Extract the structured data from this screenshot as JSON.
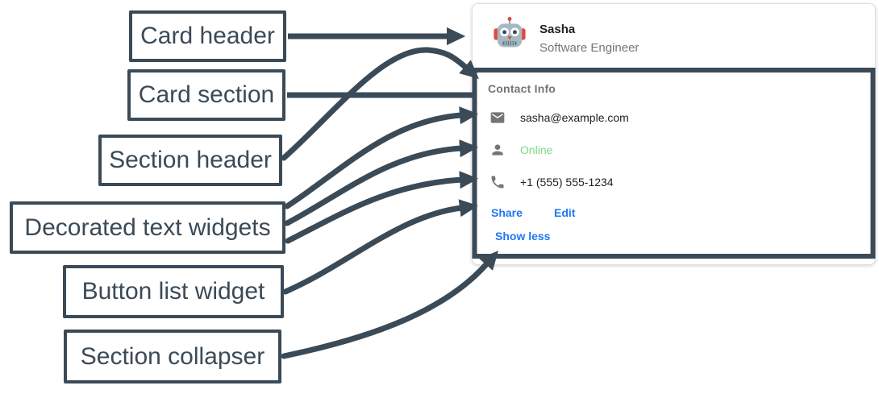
{
  "colors": {
    "accent": "#3B4A57",
    "link_blue": "#2176F2",
    "online_green": "#7CD886",
    "muted_grey": "#757575",
    "text_dark": "#202124"
  },
  "labels": [
    {
      "text": "Card header"
    },
    {
      "text": "Card section"
    },
    {
      "text": "Section header"
    },
    {
      "text": "Decorated text widgets"
    },
    {
      "text": "Button list widget"
    },
    {
      "text": "Section collapser"
    }
  ],
  "card": {
    "header": {
      "name": "Sasha",
      "subtitle": "Software Engineer",
      "avatar_icon": "robot-avatar"
    },
    "section": {
      "title": "Contact Info",
      "rows": [
        {
          "icon": "email-icon",
          "text": "sasha@example.com"
        },
        {
          "icon": "person-icon",
          "text": "Online"
        },
        {
          "icon": "phone-icon",
          "text": "+1 (555) 555-1234"
        }
      ],
      "buttons": [
        {
          "label": "Share"
        },
        {
          "label": "Edit"
        }
      ],
      "collapser_label": "Show less"
    }
  }
}
